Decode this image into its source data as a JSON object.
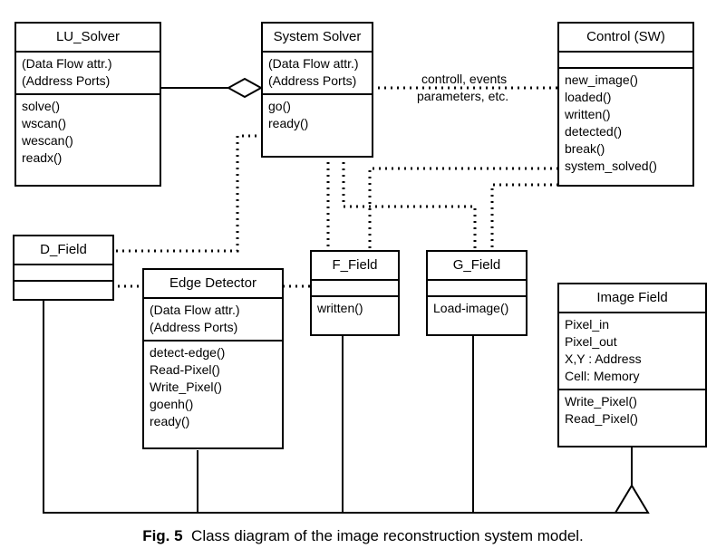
{
  "caption": {
    "label": "Fig. 5",
    "text": "Class diagram of the image reconstruction system model."
  },
  "classes": {
    "lu_solver": {
      "name": "LU_Solver",
      "attributes": [
        "(Data Flow attr.)",
        "(Address Ports)"
      ],
      "methods": [
        "solve()",
        "wscan()",
        "wescan()",
        "readx()"
      ]
    },
    "system_solver": {
      "name": "System Solver",
      "attributes": [
        "(Data Flow attr.)",
        "(Address Ports)"
      ],
      "methods": [
        "go()",
        "ready()"
      ]
    },
    "control": {
      "name": "Control (SW)",
      "attributes": [],
      "methods": [
        "new_image()",
        "loaded()",
        "written()",
        "detected()",
        "break()",
        "system_solved()"
      ]
    },
    "d_field": {
      "name": "D_Field",
      "attributes": [],
      "methods": []
    },
    "edge_detector": {
      "name": "Edge Detector",
      "attributes": [
        "(Data Flow attr.)",
        "(Address Ports)"
      ],
      "methods": [
        "detect-edge()",
        "Read-Pixel()",
        "Write_Pixel()",
        "goenh()",
        "ready()"
      ]
    },
    "f_field": {
      "name": "F_Field",
      "attributes": [],
      "methods": [
        "written()"
      ]
    },
    "g_field": {
      "name": "G_Field",
      "attributes": [],
      "methods": [
        "Load-image()"
      ]
    },
    "image_field": {
      "name": "Image Field",
      "attributes": [
        "Pixel_in",
        "Pixel_out",
        "X,Y : Address",
        "Cell: Memory"
      ],
      "methods": [
        "Write_Pixel()",
        "Read_Pixel()"
      ]
    }
  },
  "connector_labels": {
    "control_link_line1": "controll, events",
    "control_link_line2": "parameters, etc."
  }
}
